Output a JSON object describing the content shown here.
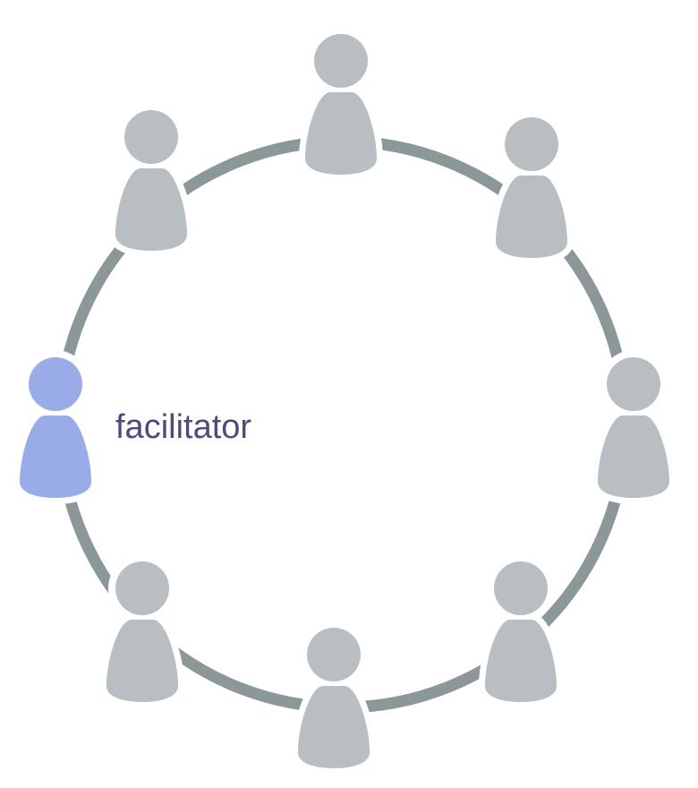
{
  "diagram": {
    "label": "facilitator",
    "colors": {
      "ring": "#8c9799",
      "person": "#b9bec2",
      "facilitator": "#9aace8",
      "label": "#4d4a7f",
      "halo": "#ffffff"
    },
    "people": [
      {
        "role": "participant",
        "icon": "person-icon"
      },
      {
        "role": "participant",
        "icon": "person-icon"
      },
      {
        "role": "participant",
        "icon": "person-icon"
      },
      {
        "role": "participant",
        "icon": "person-icon"
      },
      {
        "role": "participant",
        "icon": "person-icon"
      },
      {
        "role": "participant",
        "icon": "person-icon"
      },
      {
        "role": "participant",
        "icon": "person-icon"
      },
      {
        "role": "facilitator",
        "icon": "person-icon"
      }
    ]
  }
}
